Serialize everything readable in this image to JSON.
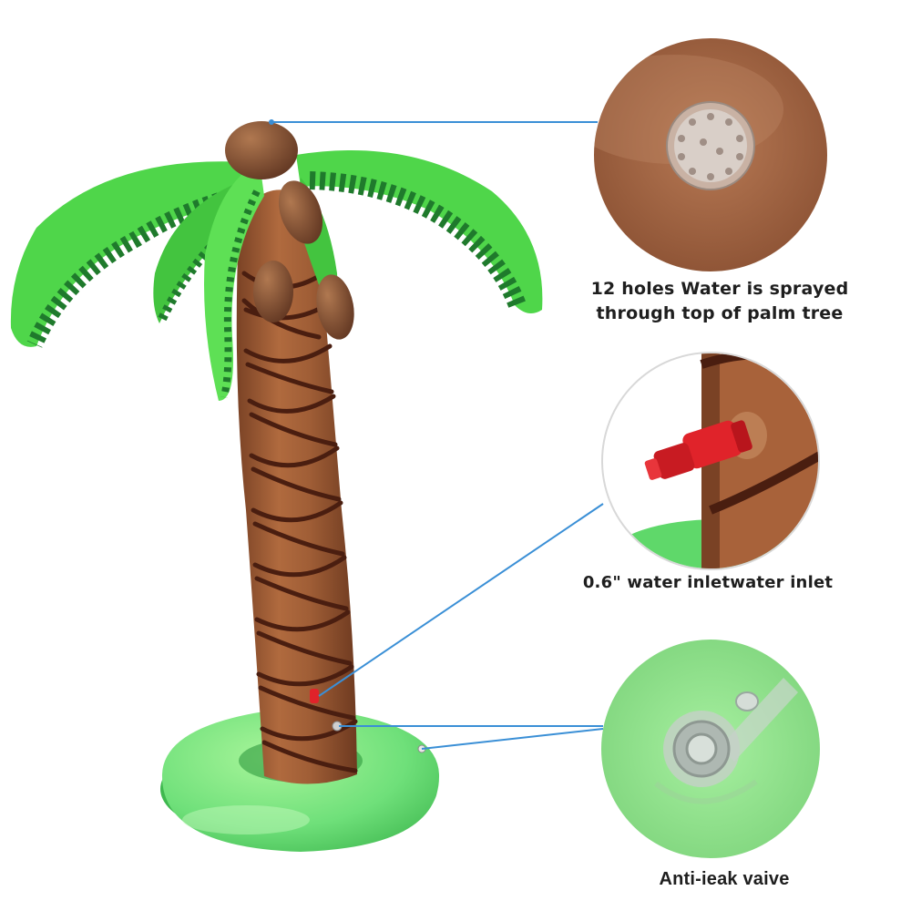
{
  "callouts": {
    "top": {
      "line1": "12 holes  Water is sprayed",
      "line2": "through top of palm tree"
    },
    "inlet": {
      "label": "0.6\" water inletwater inlet"
    },
    "valve": {
      "label": "Anti-ieak vaive"
    }
  },
  "colors": {
    "leaf_green": "#4fd64a",
    "leaf_stripe": "#1f7a2c",
    "trunk_brown": "#9a5a35",
    "trunk_stripe": "#4a1e10",
    "ring_green": "#6fe07a",
    "inlet_red": "#e0232a",
    "callout_line": "#3a8fd6"
  }
}
